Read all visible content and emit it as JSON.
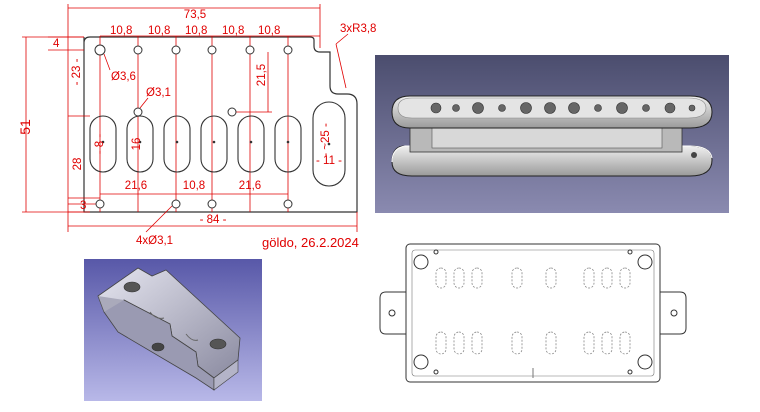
{
  "drawing": {
    "overall_width": "73,5",
    "pitches": [
      "10,8",
      "10,8",
      "10,8",
      "10,8",
      "10,8"
    ],
    "top_margin": "4",
    "corner_radii": "3xR3,8",
    "left_height": "- 23 -",
    "hole_small": "Ø3,6",
    "hole_mid": "Ø3,1",
    "step_height": "21,5",
    "total_height": "51",
    "slot_height": "28",
    "slot_width": "- 8 -",
    "slot_length": "16",
    "oval_length": "- ~25 -",
    "oval_width": "- 11 -",
    "bottom_spacings": [
      "21,6",
      "10,8",
      "21,6"
    ],
    "bottom_margin": "3",
    "base_width": "- 84 -",
    "corner_holes": "4xØ3,1",
    "signature": "göldo, 26.2.2024"
  },
  "colors": {
    "dimension": "#e00000",
    "outline": "#333333",
    "render_background": "#5b5e80",
    "bracket_background": "#6f6fb8"
  },
  "renders": {
    "top_right": "pickup-bobbin-3d-render",
    "bottom_left": "bracket-3d-render",
    "bottom_right": "humbucker-top-view"
  }
}
